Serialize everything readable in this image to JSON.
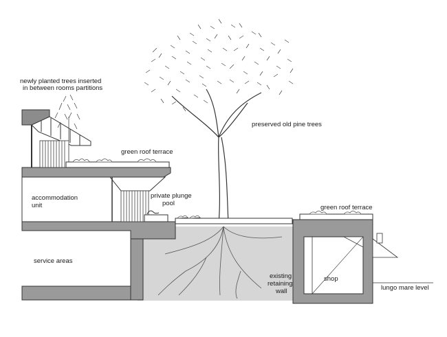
{
  "labels": {
    "newly_planted_line1": "newly planted trees inserted",
    "newly_planted_line2": "in between rooms partitions",
    "preserved_pines": "preserved old pine trees",
    "green_roof_left": "green roof terrace",
    "accommodation_line1": "accommodation",
    "accommodation_line2": "unit",
    "plunge_pool_line1": "private plunge",
    "plunge_pool_line2": "pool",
    "green_roof_right": "green roof terrace",
    "service_areas": "service  areas",
    "retaining_wall_line1": "existing",
    "retaining_wall_line2": "retaining",
    "retaining_wall_line3": "wall",
    "shop": "shop",
    "lungo_mare": "lungo mare level"
  },
  "colors": {
    "line": "#333333",
    "wall_fill": "#9a9a9a",
    "earth_fill": "#d6d6d6",
    "roof_fill": "#8c8c8c",
    "foliage": "#555555"
  },
  "icons": [
    "pine-tree-icon",
    "small-tree-icon",
    "shrub-icon"
  ]
}
